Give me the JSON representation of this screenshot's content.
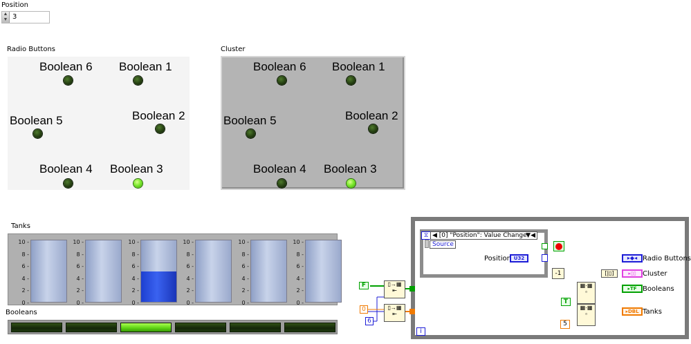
{
  "position": {
    "label": "Position",
    "value": "3"
  },
  "radio": {
    "label": "Radio Buttons",
    "booleans": [
      {
        "label": "Boolean 6",
        "on": false
      },
      {
        "label": "Boolean 1",
        "on": false
      },
      {
        "label": "Boolean 5",
        "on": false
      },
      {
        "label": "Boolean 2",
        "on": false
      },
      {
        "label": "Boolean 4",
        "on": false
      },
      {
        "label": "Boolean 3",
        "on": true
      }
    ]
  },
  "cluster": {
    "label": "Cluster",
    "booleans": [
      {
        "label": "Boolean 6",
        "on": false
      },
      {
        "label": "Boolean 1",
        "on": false
      },
      {
        "label": "Boolean 5",
        "on": false
      },
      {
        "label": "Boolean 2",
        "on": false
      },
      {
        "label": "Boolean 4",
        "on": false
      },
      {
        "label": "Boolean 3",
        "on": true
      }
    ]
  },
  "tanks": {
    "label": "Tanks",
    "scale_ticks": [
      "10",
      "8",
      "6",
      "4",
      "2",
      "0"
    ],
    "scale_max": 10,
    "levels": [
      0,
      0,
      5,
      0,
      0,
      0
    ]
  },
  "booleans_array": {
    "label": "Booleans",
    "states": [
      false,
      false,
      true,
      false,
      false,
      false
    ]
  },
  "diagram": {
    "case_selector": "[0] \"Position\": Value Change",
    "source_label": "Source",
    "position_terminal": "Position",
    "u32_tag": "U32",
    "radio_out": "Radio Buttons",
    "cluster_out": "Cluster",
    "booleans_out": "Booleans",
    "tanks_out": "Tanks",
    "const_false": "F",
    "const_true": "T",
    "const_zero": "0",
    "const_six": "6",
    "const_five": "5",
    "iteration": "i",
    "decrement": "-1",
    "tf_tag": "TF",
    "dbl_tag": "DBL",
    "colors": {
      "bool_wire": "#00a000",
      "num_wire": "#1c1cd6",
      "dbl_wire": "#f07a00",
      "ring": "#e040e0"
    }
  }
}
